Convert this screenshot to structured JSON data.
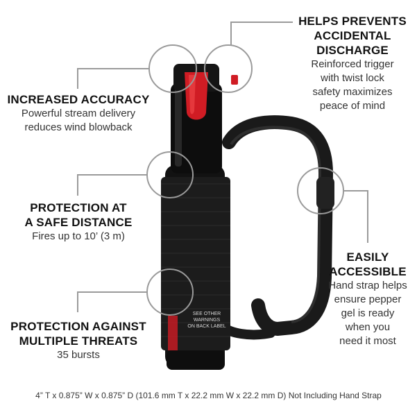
{
  "features": {
    "accuracy": {
      "title": "INCREASED ACCURACY",
      "lines": [
        "Powerful stream delivery",
        "reduces wind blowback"
      ]
    },
    "distance": {
      "title_lines": [
        "PROTECTION AT",
        "A SAFE DISTANCE"
      ],
      "desc": "Fires up to 10’ (3 m)"
    },
    "threats": {
      "title_lines": [
        "PROTECTION AGAINST",
        "MULTIPLE THREATS"
      ],
      "desc": "35 bursts"
    },
    "discharge": {
      "title_lines": [
        "HELPS PREVENTS",
        "ACCIDENTAL",
        "DISCHARGE"
      ],
      "lines": [
        "Reinforced trigger",
        "with twist lock",
        "safety maximizes",
        "peace of mind"
      ]
    },
    "accessible": {
      "title_lines": [
        "EASILY",
        "ACCESSIBLE"
      ],
      "lines": [
        "Hand strap helps",
        "ensure pepper",
        "gel is ready",
        "when you",
        "need it most"
      ]
    }
  },
  "can_label": [
    "SEE OTHER",
    "WARNINGS",
    "ON BACK LABEL"
  ],
  "footer": "4” T x 0.875” W x 0.875” D (101.6 mm T x 22.2 mm W x 22.2 mm D) Not Including Hand Strap",
  "colors": {
    "accent_red": "#d01c24",
    "canister": "#111111",
    "callout_line": "#999999"
  },
  "icons": [
    "pepper-spray-canister",
    "hand-strap"
  ]
}
